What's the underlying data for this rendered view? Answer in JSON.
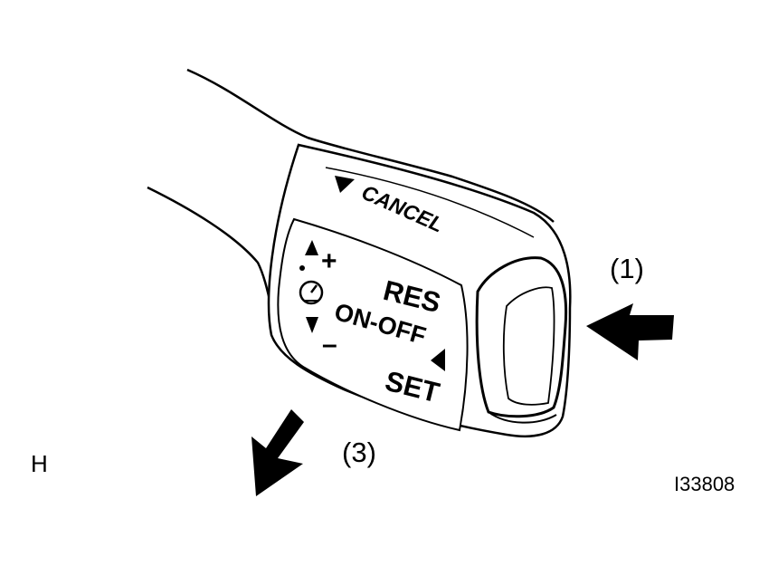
{
  "figure": {
    "lever_labels": {
      "cancel": "CANCEL",
      "res": "RES",
      "on_off": "ON-OFF",
      "set": "SET",
      "plus": "+",
      "minus": "–"
    },
    "callouts": {
      "push": "(1)",
      "pull": "(3)"
    },
    "corner_letter": "H",
    "figure_code": "I33808"
  },
  "colors": {
    "line": "#000000",
    "background": "#ffffff"
  }
}
